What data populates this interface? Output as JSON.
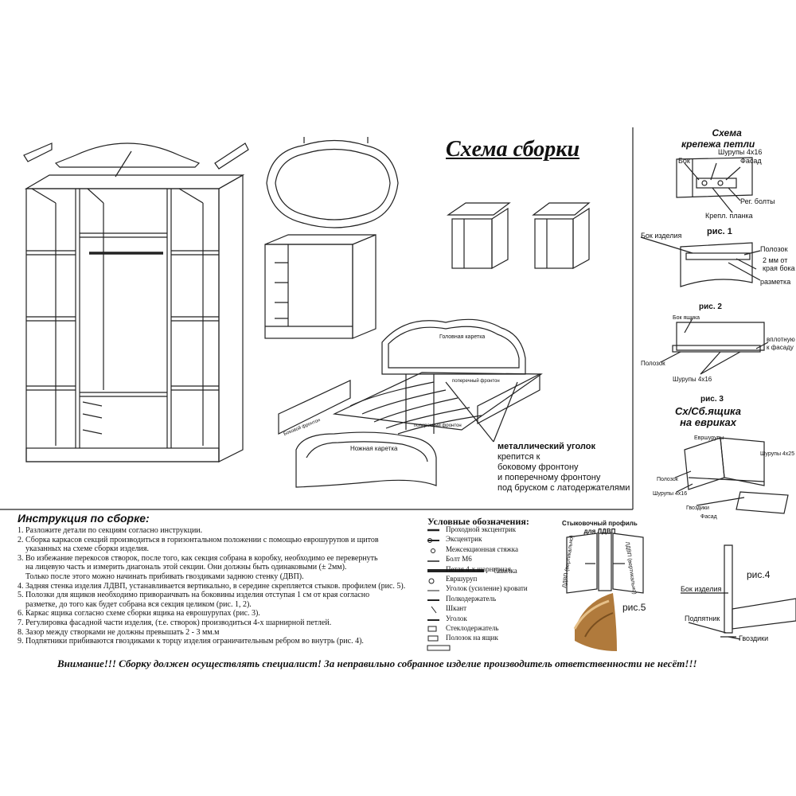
{
  "diagram_title": "Схема сборки",
  "wardrobe": {},
  "bed": {
    "head_label": "Головная каретка",
    "foot_label": "Ножная каретка",
    "side_front_label": "поперечный фронтон",
    "rail_label": "Боковой фронтон",
    "bottom_front_label": "поперечный фронтон",
    "corner_note": {
      "line1": "металлический уголок",
      "line2": "крепится к",
      "line3": "боковому фронтону",
      "line4": "и поперечному фронтону",
      "line5": "под бруском с латодержателями"
    }
  },
  "hinge": {
    "title_line1": "Схема",
    "title_line2": "крепежа петли",
    "screws": "Шурупы 4х16",
    "side": "Бок",
    "facade": "Фасад",
    "bolts": "Рег. болты",
    "plate": "Крепл. планка"
  },
  "fig1": {
    "label": "рис. 1",
    "side": "Бок изделия",
    "runner": "Полозок",
    "offset_line1": "2 мм от",
    "offset_line2": "края бока",
    "marking": "разметка"
  },
  "fig2": {
    "label": "рис. 2",
    "drawer_side": "Бок ящика",
    "flush_line1": "вплотную",
    "flush_line2": "к фасаду",
    "runner": "Полозок",
    "screws": "Шурупы 4х16"
  },
  "fig3": {
    "label": "рис. 3",
    "heading_line1": "Сх/Сб.ящика",
    "heading_line2": "на евриках",
    "euroscrew": "Евршурупы",
    "screws": "Шурупы 4х25",
    "runner": "Полозок",
    "screws2": "Шурупы 4х16",
    "nails": "Гвоздики",
    "facade": "Фасад"
  },
  "instructions": {
    "title": "Инструкция по сборке:",
    "items": [
      "1. Разложите детали по секциям согласно инструкции.",
      "2. Сборка каркасов секций производиться в горизонтальном положении с помощью еврошурупов и щитов",
      "    указанных на схеме сборки изделия.",
      "3. Во избежание перекосов створок, после того, как секция собрана в коробку, необходимо ее перевернуть",
      "    на лицевую часть и измерить диагональ этой секции. Они должны быть одинаковыми (± 2мм).",
      "    Только после этого можно начинать прибивать гвоздиками заднюю стенку (ДВП).",
      "4. Задняя стенка изделия ЛДВП, устанавливается вертикально, в середине скрепляется стыков. профилем (рис. 5).",
      "5. Полозки для ящиков необходимо привораичвать на боковины изделия отступая 1 см от края согласно",
      "    разметке, до того как будет собрана вся секция целиком (рис. 1, 2).",
      "6. Каркас ящика согласно схеме сборки ящика на еврошурупах (рис. 3).",
      "7. Регулировка фасадной части изделия, (т.е. створок) производиться 4-х шарнирной петлей.",
      "8. Зазор между створками не должны превышать 2 - 3 мм.м",
      "9. Подпятники прибиваются гвоздиками к торцу изделия ограничительным ребром во внутрь (рис. 4)."
    ]
  },
  "legend": {
    "title": "Условные обозначения:",
    "items": [
      "Проходной эксцентрик",
      "Эксцентрик",
      "Межсекционная стяжка",
      "Болт М6",
      "Петля 4-х шарнирная",
      "Евршуруп",
      "Уголок (усиление) кровати",
      "Полкодержатель",
      "Шкант",
      "Уголок",
      "Стеклодержатель",
      "Полозок на ящик"
    ],
    "rod_label": "Сшалка"
  },
  "profile": {
    "title_line1": "Стыковочный профиль",
    "title_line2": "для ЛДВП",
    "left_text": "ЛДВП (вертикально)",
    "right_text": "ЛДВП (вертикально)",
    "fig5": "рис.5"
  },
  "fig4": {
    "label": "рис.4",
    "side": "Бок изделия",
    "foot": "Подпятник",
    "nails": "Гвоздики"
  },
  "warning": "Внимание!!! Сборку должен осуществлять специалист! За неправильно собранное изделие производитель ответственности не несёт!!!"
}
